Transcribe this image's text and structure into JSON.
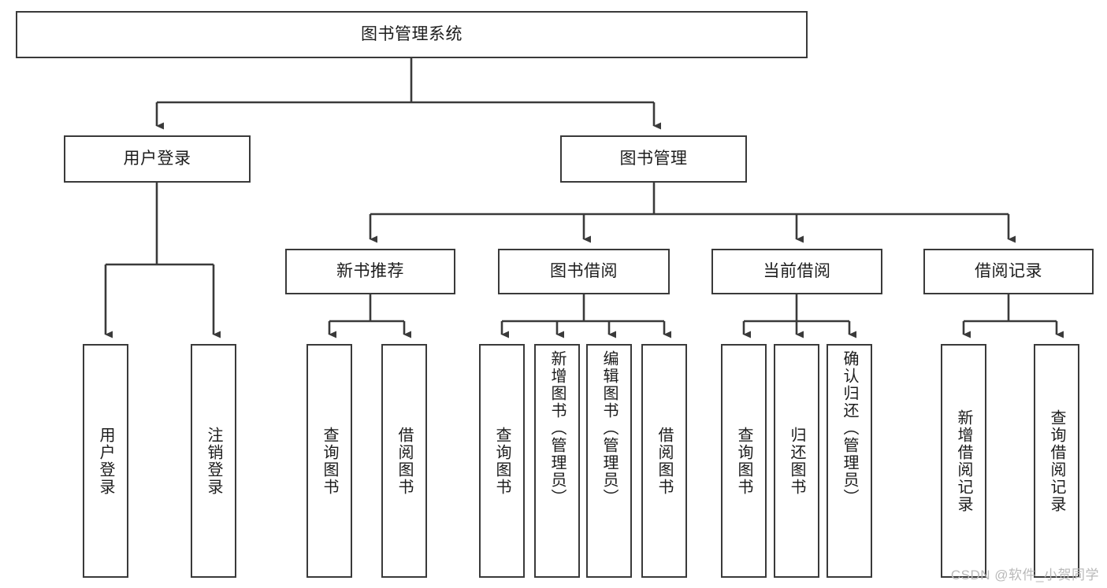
{
  "diagram": {
    "type": "tree-hierarchy",
    "title": "图书管理系统",
    "orientation": "top-down",
    "colors": {
      "box_border": "#3a3a3a",
      "box_fill": "#ffffff",
      "connector": "#3a3a3a",
      "text": "#1c1c1c",
      "watermark": "#b9b9b9",
      "background": "#ffffff"
    },
    "root": {
      "id": "root",
      "label": "图书管理系统"
    },
    "level1": [
      {
        "id": "user-login",
        "label": "用户登录"
      },
      {
        "id": "book-manage",
        "label": "图书管理"
      }
    ],
    "level2": [
      {
        "id": "new-book-recommend",
        "label": "新书推荐",
        "parent": "book-manage"
      },
      {
        "id": "book-borrow",
        "label": "图书借阅",
        "parent": "book-manage"
      },
      {
        "id": "current-borrow",
        "label": "当前借阅",
        "parent": "book-manage"
      },
      {
        "id": "borrow-record",
        "label": "借阅记录",
        "parent": "book-manage"
      }
    ],
    "leaves": [
      {
        "id": "leaf-user-login",
        "label": "用户登录",
        "parent": "user-login",
        "align": "center"
      },
      {
        "id": "leaf-user-logout",
        "label": "注销登录",
        "parent": "user-login",
        "align": "center"
      },
      {
        "id": "leaf-query-book-1",
        "label": "查询图书",
        "parent": "new-book-recommend",
        "align": "center"
      },
      {
        "id": "leaf-borrow-book-1",
        "label": "借阅图书",
        "parent": "new-book-recommend",
        "align": "center"
      },
      {
        "id": "leaf-query-book-2",
        "label": "查询图书",
        "parent": "book-borrow",
        "align": "center"
      },
      {
        "id": "leaf-add-book",
        "label": "新增图书（管理员）",
        "parent": "book-borrow",
        "align": "top"
      },
      {
        "id": "leaf-edit-book",
        "label": "编辑图书（管理员）",
        "parent": "book-borrow",
        "align": "top"
      },
      {
        "id": "leaf-borrow-book-2",
        "label": "借阅图书",
        "parent": "book-borrow",
        "align": "center"
      },
      {
        "id": "leaf-query-book-3",
        "label": "查询图书",
        "parent": "current-borrow",
        "align": "center"
      },
      {
        "id": "leaf-return-book",
        "label": "归还图书",
        "parent": "current-borrow",
        "align": "center"
      },
      {
        "id": "leaf-confirm-return",
        "label": "确认归还（管理员）",
        "parent": "current-borrow",
        "align": "top"
      },
      {
        "id": "leaf-add-record",
        "label": "新增借阅记录",
        "parent": "borrow-record",
        "align": "center"
      },
      {
        "id": "leaf-query-record",
        "label": "查询借阅记录",
        "parent": "borrow-record",
        "align": "center"
      }
    ]
  },
  "watermark": {
    "text": "CSDN @软件_小贺同学"
  }
}
